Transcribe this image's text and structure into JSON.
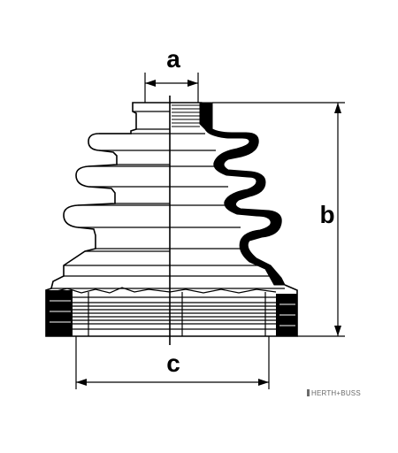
{
  "dimensions": {
    "a": "a",
    "b": "b",
    "c": "c"
  },
  "brand": {
    "text": "HERTH+BUSS"
  },
  "colors": {
    "line": "#000000",
    "background": "#ffffff",
    "brand": "#6b6b6b"
  },
  "icons": {
    "brand_logo": "herth-buss-logo-icon"
  }
}
